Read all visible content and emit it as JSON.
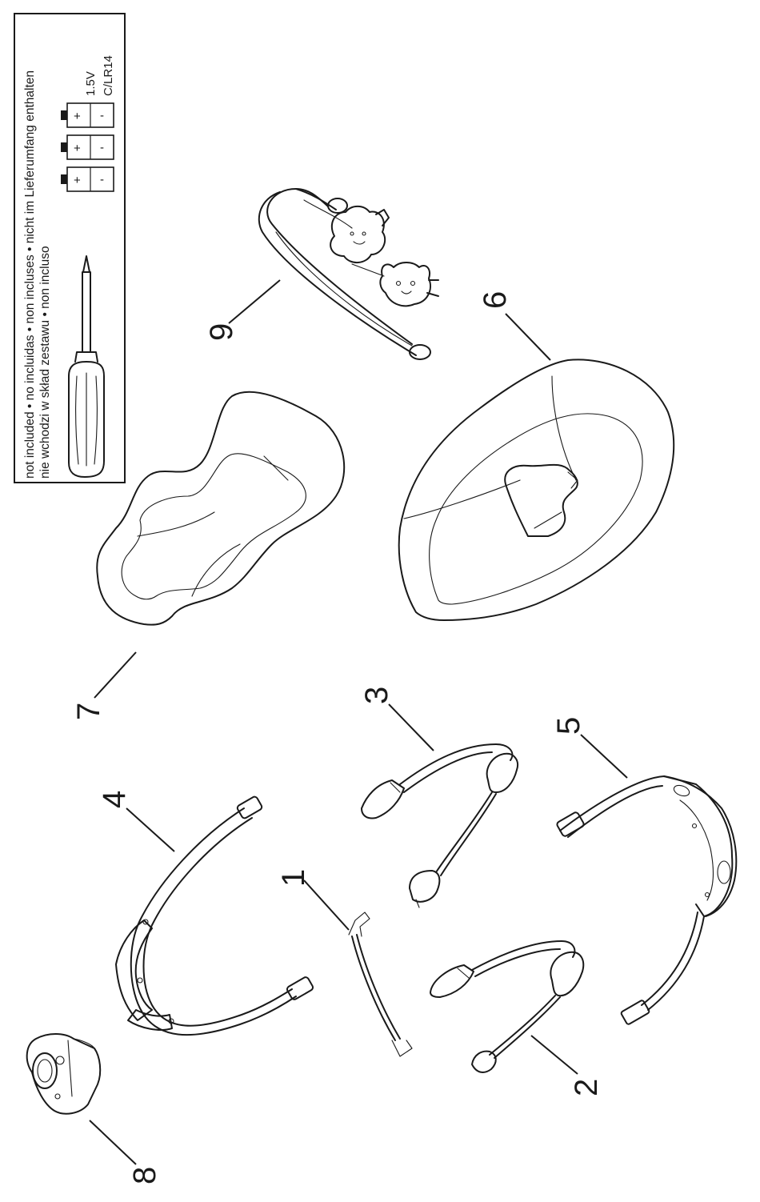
{
  "notice": {
    "line1": "not included • no incluidas • non incluses • nicht im Lieferumfang enthalten",
    "line2": "nie wchodzi w skład zestawu • non incluso"
  },
  "battery": {
    "voltage": "1.5V",
    "type": "C/LR14",
    "plus": "+",
    "minus": "-",
    "count": 3
  },
  "parts": [
    {
      "id": "part-1",
      "label": "1"
    },
    {
      "id": "part-2",
      "label": "2"
    },
    {
      "id": "part-3",
      "label": "3"
    },
    {
      "id": "part-4",
      "label": "4"
    },
    {
      "id": "part-5",
      "label": "5"
    },
    {
      "id": "part-6",
      "label": "6"
    },
    {
      "id": "part-7",
      "label": "7"
    },
    {
      "id": "part-8",
      "label": "8"
    },
    {
      "id": "part-9",
      "label": "9"
    }
  ]
}
